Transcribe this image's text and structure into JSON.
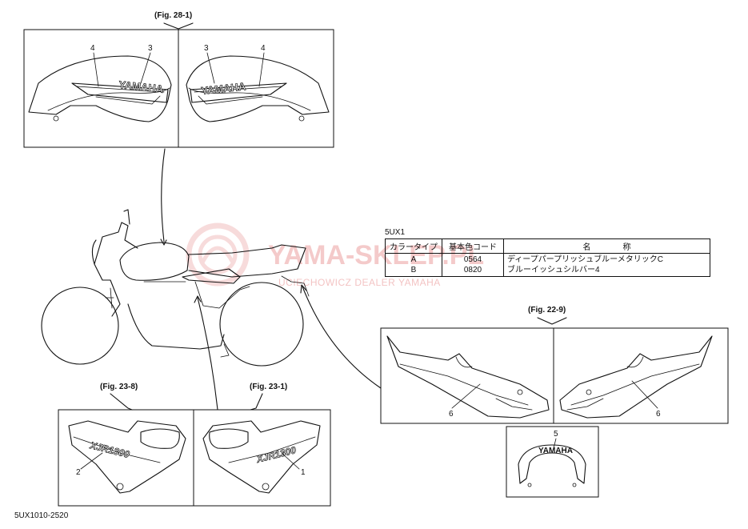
{
  "watermark": {
    "title": "YAMA-SKLEP.PL",
    "subtitle": "UCIECHOWICZ DEALER YAMAHA"
  },
  "model_code": "5UX1",
  "diagram_code": "5UX1010-2520",
  "figures": {
    "fig_28_1": "(Fig. 28-1)",
    "fig_22_9": "(Fig. 22-9)",
    "fig_23_8": "(Fig. 23-8)",
    "fig_23_1": "(Fig. 23-1)"
  },
  "callouts": {
    "c3": "3",
    "c4": "4",
    "c1": "1",
    "c2": "2",
    "c5": "5",
    "c6": "6"
  },
  "emblems": {
    "yamaha": "YAMAHA",
    "model_script": "XJR1300"
  },
  "color_table": {
    "headers": [
      "カラータイプ",
      "基本色コード",
      "名　　　　称"
    ],
    "rows": [
      {
        "type": "A",
        "code": "0564",
        "name": "ディープパープリッシュブルーメタリックC"
      },
      {
        "type": "B",
        "code": "0820",
        "name": "ブルーイッシュシルバー4"
      }
    ]
  },
  "colors": {
    "line": "#111111",
    "watermark": "#f1b9b9",
    "background": "#ffffff"
  }
}
